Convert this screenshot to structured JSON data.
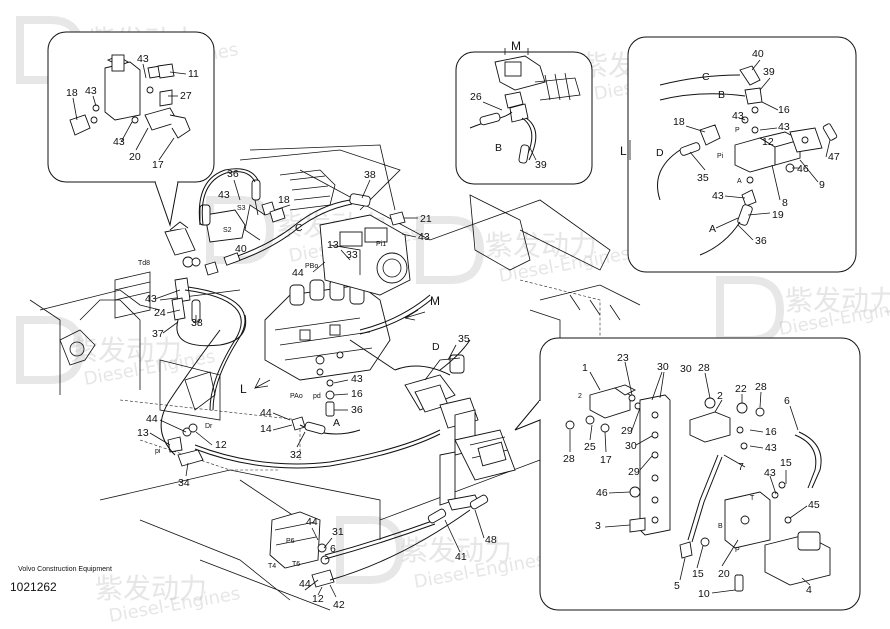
{
  "watermark": {
    "brand_cn": "紫发动力",
    "brand_en": "Diesel-Engines"
  },
  "footer": {
    "company": "Volvo Construction Equipment",
    "part_number": "1021262"
  },
  "callout_labels": {
    "M": "M",
    "L": "L"
  },
  "view_markers": {
    "M": "M",
    "L": "L"
  },
  "port_labels": {
    "S3": "S3",
    "S2": "S2",
    "C": "C",
    "Td8": "Td8",
    "Pi1": "P i 1",
    "PBo": "PBo",
    "PAo": "PAo",
    "pd": "pd",
    "pi": "pi",
    "Dr": "Dr",
    "A": "A",
    "B": "B",
    "D": "D",
    "P6": "P6",
    "T6": "T6",
    "T4": "T4",
    "Pi": "Pi",
    "P": "P",
    "T": "T"
  },
  "part_numbers": {
    "tl": [
      "43",
      "11",
      "18",
      "43",
      "27",
      "43",
      "20",
      "17"
    ],
    "m": [
      "26",
      "B",
      "39"
    ],
    "ml": [
      "36",
      "43",
      "S3",
      "18",
      "S2",
      "40",
      "38",
      "21",
      "43",
      "13",
      "33",
      "44",
      "Td8",
      "43",
      "24",
      "37",
      "38",
      "C",
      "PBo",
      "Pi1"
    ],
    "mid": [
      "35",
      "D",
      "43",
      "16",
      "36",
      "A",
      "44",
      "14",
      "44",
      "13",
      "12",
      "32",
      "34",
      "pi",
      "Dr",
      "PAo",
      "pd",
      "41",
      "48",
      "31",
      "44",
      "6",
      "44",
      "12",
      "42"
    ],
    "r": [
      "40",
      "39",
      "C",
      "B",
      "16",
      "43",
      "18",
      "43",
      "12",
      "D",
      "Pi",
      "47",
      "46",
      "9",
      "35",
      "8",
      "43",
      "19",
      "A",
      "36"
    ],
    "br": [
      "1",
      "23",
      "30",
      "2",
      "28",
      "2",
      "22",
      "28",
      "6",
      "25",
      "17",
      "28",
      "29",
      "30",
      "16",
      "43",
      "30",
      "29",
      "7",
      "43",
      "15",
      "46",
      "45",
      "3",
      "5",
      "15",
      "20",
      "10",
      "4"
    ]
  }
}
